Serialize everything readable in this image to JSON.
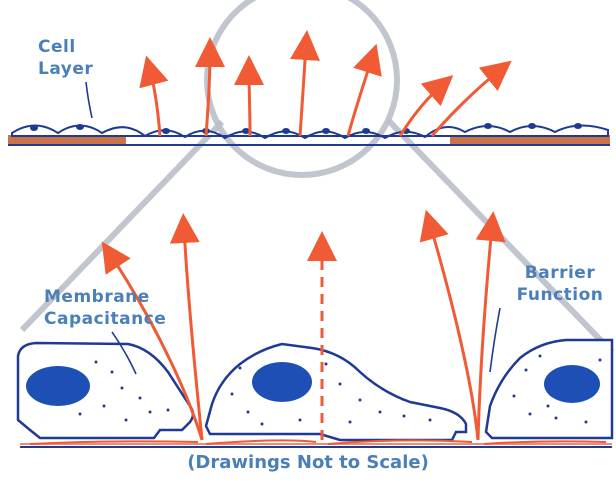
{
  "labels": {
    "cell_layer_line1": "Cell",
    "cell_layer_line2": "Layer",
    "membrane_line1": "Membrane",
    "membrane_line2": "Capacitance",
    "barrier_line1": "Barrier",
    "barrier_line2": "Function",
    "caption": "(Drawings Not to Scale)"
  },
  "colors": {
    "cell_outline": "#1f3a93",
    "nucleus": "#1d4fb5",
    "current_arrow": "#f05a35",
    "label_text": "#4a7fb8",
    "electrode": "#c8734a",
    "magnifier": "#b9bfc9"
  }
}
